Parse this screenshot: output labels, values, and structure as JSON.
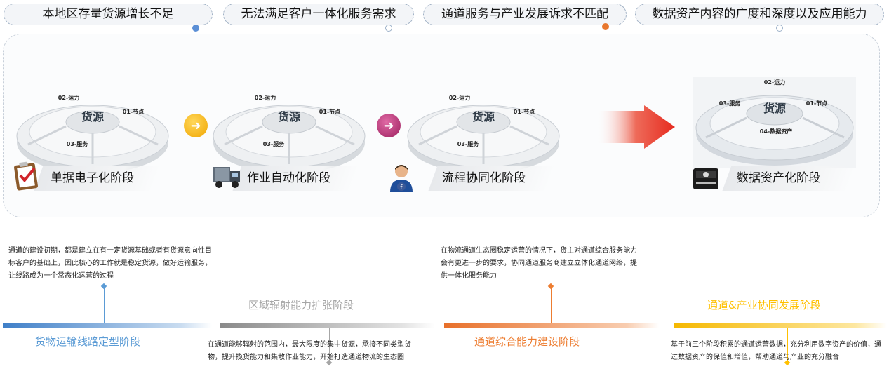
{
  "problems": [
    {
      "label": "本地区存量货源增长不足"
    },
    {
      "label": "无法满足客户一体化服务需求"
    },
    {
      "label": "通道服务与产业发展诉求不匹配"
    },
    {
      "label": "数据资产内容的广度和深度以及应用能力"
    }
  ],
  "stages": [
    {
      "label": "单据电子化阶段",
      "icon": "clipboard-check-icon"
    },
    {
      "label": "作业自动化阶段",
      "icon": "truck-icon"
    },
    {
      "label": "流程协同化阶段",
      "icon": "person-icon"
    },
    {
      "label": "数据资产化阶段",
      "icon": "server-icon"
    }
  ],
  "disk_labels": {
    "center": "货源",
    "seg1": "01-节点",
    "seg2": "02-运力",
    "seg3": "03-服务",
    "seg4": "04-数据资产"
  },
  "phases": [
    {
      "title": "货物运输线路定型阶段",
      "color": "#5b9bd5",
      "desc": "通道的建设初期，都是建立在有一定货源基础或者有货源意向性目标客户的基础上，因此核心的工作就是稳定货源，做好运输服务，让线路成为一个常态化运营的过程"
    },
    {
      "title": "区域辐射能力扩张阶段",
      "color": "#a6a6a6",
      "desc": "在通道能够辐射的范围内，最大限度的集中货源，承接不同类型货物，提升揽货能力和集散作业能力，开始打造通道物流的生态圈"
    },
    {
      "title": "通道综合能力建设阶段",
      "color": "#ed7d31",
      "desc": "在物流通道生态圈稳定运营的情况下，货主对通道综合服务能力会有更进一步的要求，协同通道服务商建立立体化通道网络，提供一体化服务能力"
    },
    {
      "title": "通道&产业协同发展阶段",
      "color": "#ffc000",
      "desc": "基于前三个阶段积累的通道运营数据，充分利用数字资产的价值，通过数据资产的保值和增值，帮助通道与产业的充分融合"
    }
  ],
  "colors": {
    "arrow1": "#f5b000",
    "arrow2": "#b0286e",
    "bigarrow": "#e8312f",
    "dot3": "#e8772e",
    "dot1": "#5b8fd6"
  }
}
